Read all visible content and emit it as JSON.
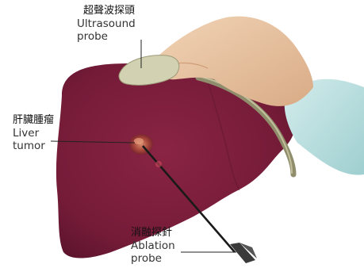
{
  "labels": {
    "probe": {
      "zh": "超聲波探頭",
      "en_line1": "Ultrasound",
      "en_line2": "probe"
    },
    "tumor": {
      "zh": "肝臟腫瘤",
      "en_line1": "Liver",
      "en_line2": "tumor"
    },
    "ablation": {
      "zh": "消融探針",
      "en_line1": "Ablation",
      "en_line2": "probe"
    }
  },
  "colors": {
    "liver": "#7a1e3a",
    "liver_dark": "#5e1530",
    "tumor": "#b0543f",
    "hand": "#e8c4a2",
    "sleeve": "#bfe0e0",
    "probe_body": "#cfcfb0",
    "cable": "#9c9a78",
    "needle": "#1a1a1a"
  }
}
